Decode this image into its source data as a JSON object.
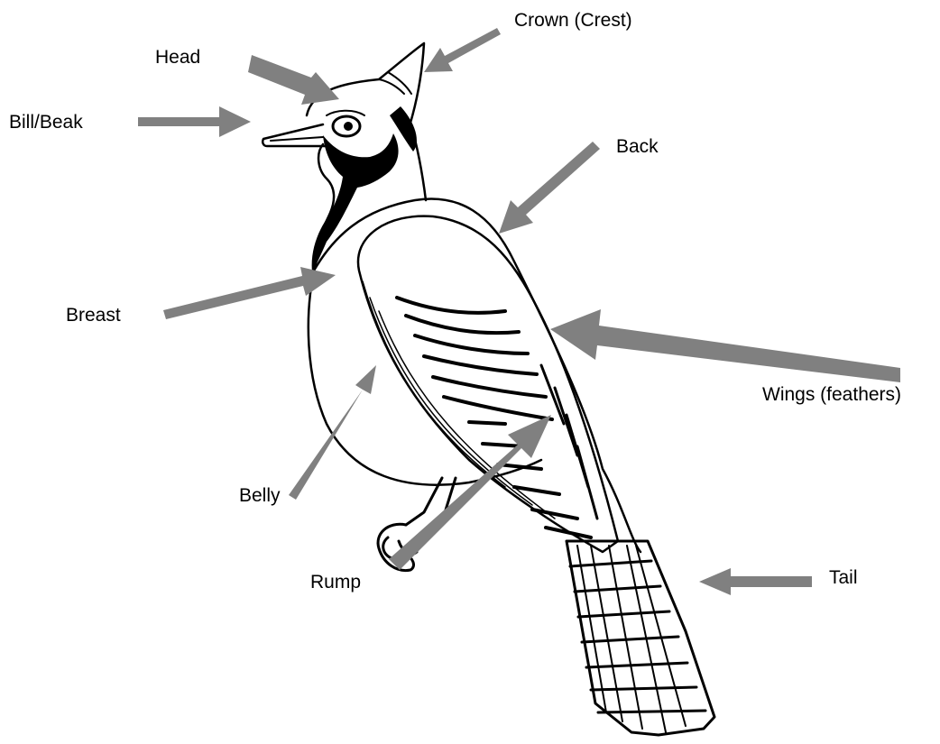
{
  "diagram": {
    "subject": "Blue jay line drawing",
    "arrow_color": "#808080",
    "labels": {
      "crown": "Crown (Crest)",
      "head": "Head",
      "bill": "Bill/Beak",
      "back": "Back",
      "breast": "Breast",
      "wings": "Wings (feathers)",
      "belly": "Belly",
      "rump": "Rump",
      "tail": "Tail"
    }
  }
}
